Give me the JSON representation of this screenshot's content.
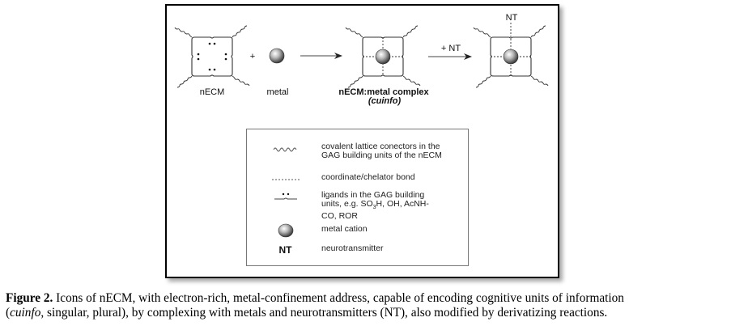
{
  "scheme": {
    "nodes": [
      {
        "id": "necm",
        "label": "nECM"
      },
      {
        "id": "metal",
        "label": "metal"
      },
      {
        "id": "complex",
        "label": "nECM:metal complex",
        "sublabel": "(cuinfo)"
      },
      {
        "id": "nt_complex",
        "top_label": "NT"
      }
    ],
    "operators": {
      "plus": "+",
      "arrow2_label": "+ NT"
    }
  },
  "legend": {
    "items": [
      {
        "symbol": "wavy-line",
        "text_lines": [
          "covalent lattice conectors in the",
          "GAG building units of the nECM"
        ]
      },
      {
        "symbol": "dashed-line",
        "text_lines": [
          "coordinate/chelator bond"
        ]
      },
      {
        "symbol": "ligand-bracket",
        "text_lines": [
          "ligands in the GAG building",
          "units, e.g. SO3H, OH, AcNH-",
          "CO, ROR"
        ]
      },
      {
        "symbol": "sphere",
        "text_lines": [
          "metal cation"
        ]
      },
      {
        "symbol": "NT",
        "text_lines": [
          "neurotransmitter"
        ]
      }
    ]
  },
  "caption": {
    "label": "Figure 2.",
    "line1": " Icons of nECM, with electron-rich, metal-confinement address, capable of encoding cognitive units of information",
    "line2_open": "(",
    "line2_italic": "cuinfo",
    "line2_rest": ", singular, plural), by complexing with metals and neurotransmitters (NT), also modified by derivatizing reactions."
  }
}
